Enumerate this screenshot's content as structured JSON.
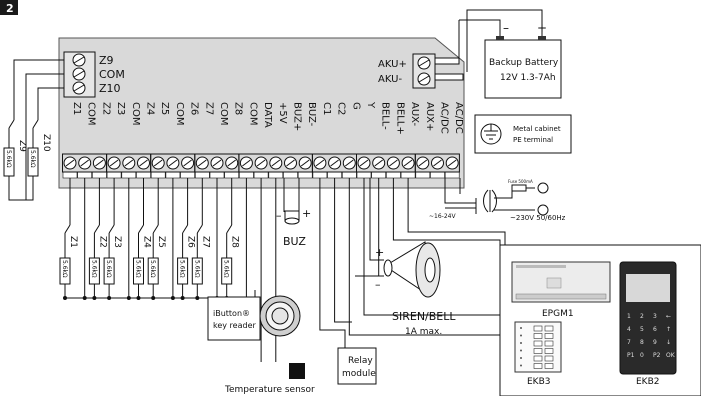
{
  "figure_number": "2",
  "zone_terminals_left": [
    "Z9",
    "COM",
    "Z10"
  ],
  "left_resistor_wires": [
    "Z9",
    "Z10"
  ],
  "resistor_value": "5.6kΩ",
  "bottom_terminals": [
    "Z1",
    "COM",
    "Z2",
    "Z3",
    "COM",
    "Z4",
    "Z5",
    "COM",
    "Z6",
    "Z7",
    "COM",
    "Z8",
    "COM",
    "DATA",
    "+5V",
    "BUZ+",
    "BUZ-",
    "C1",
    "C2",
    "G",
    "Y",
    "BELL-",
    "BELL+",
    "AUX-",
    "AUX+",
    "AC/DC",
    "AC/DC"
  ],
  "zone_wires": [
    "Z1",
    "Z2",
    "Z3",
    "Z4",
    "Z5",
    "Z6",
    "Z7",
    "Z8"
  ],
  "aku_labels": [
    "AKU+",
    "AKU-"
  ],
  "battery": {
    "title": "Backup Battery",
    "spec": "12V 1.3-7Ah",
    "minus": "–",
    "plus": "+"
  },
  "cabinet": {
    "line1": "Metal cabinet",
    "line2": "PE terminal"
  },
  "power": {
    "fuse": "Fuse 500mA",
    "secondary": "~16-24V",
    "primary": "~230V 50/60Hz"
  },
  "buzzer": {
    "label": "BUZ",
    "minus": "–",
    "plus": "+"
  },
  "siren": {
    "label1": "SIREN/BELL",
    "label2": "1A max.",
    "plus": "+",
    "minus": "–"
  },
  "ibutton": {
    "line1": "iButton®",
    "line2": "key reader"
  },
  "temperature_sensor": "Temperature sensor",
  "relay": {
    "line1": "Relay",
    "line2": "module"
  },
  "modules": {
    "epgm1": "EPGM1",
    "ekb3": "EKB3",
    "ekb2": "EKB2",
    "ekb2_keys": [
      "1",
      "2",
      "3",
      "←",
      "4",
      "5",
      "6",
      "↑",
      "7",
      "8",
      "9",
      "↓",
      "P1",
      "0",
      "P2",
      "OK"
    ]
  }
}
